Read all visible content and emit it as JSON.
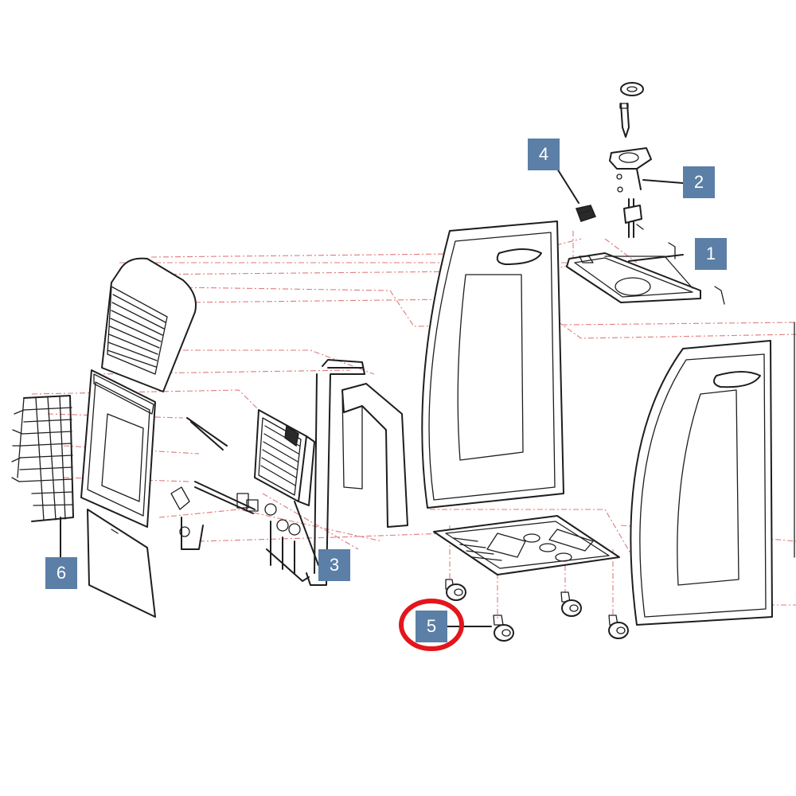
{
  "callouts": [
    {
      "id": "c1",
      "label": "1"
    },
    {
      "id": "c2",
      "label": "2"
    },
    {
      "id": "c3",
      "label": "3"
    },
    {
      "id": "c4",
      "label": "4"
    },
    {
      "id": "c5",
      "label": "5"
    },
    {
      "id": "c6",
      "label": "6"
    }
  ],
  "colors": {
    "callout_fill": "#5b7fa6",
    "callout_text": "#ffffff",
    "highlight_ring": "#e3161b",
    "guide_lines": "#e07a7a",
    "outline": "#1e1e1e"
  },
  "highlighted_callout": "5"
}
